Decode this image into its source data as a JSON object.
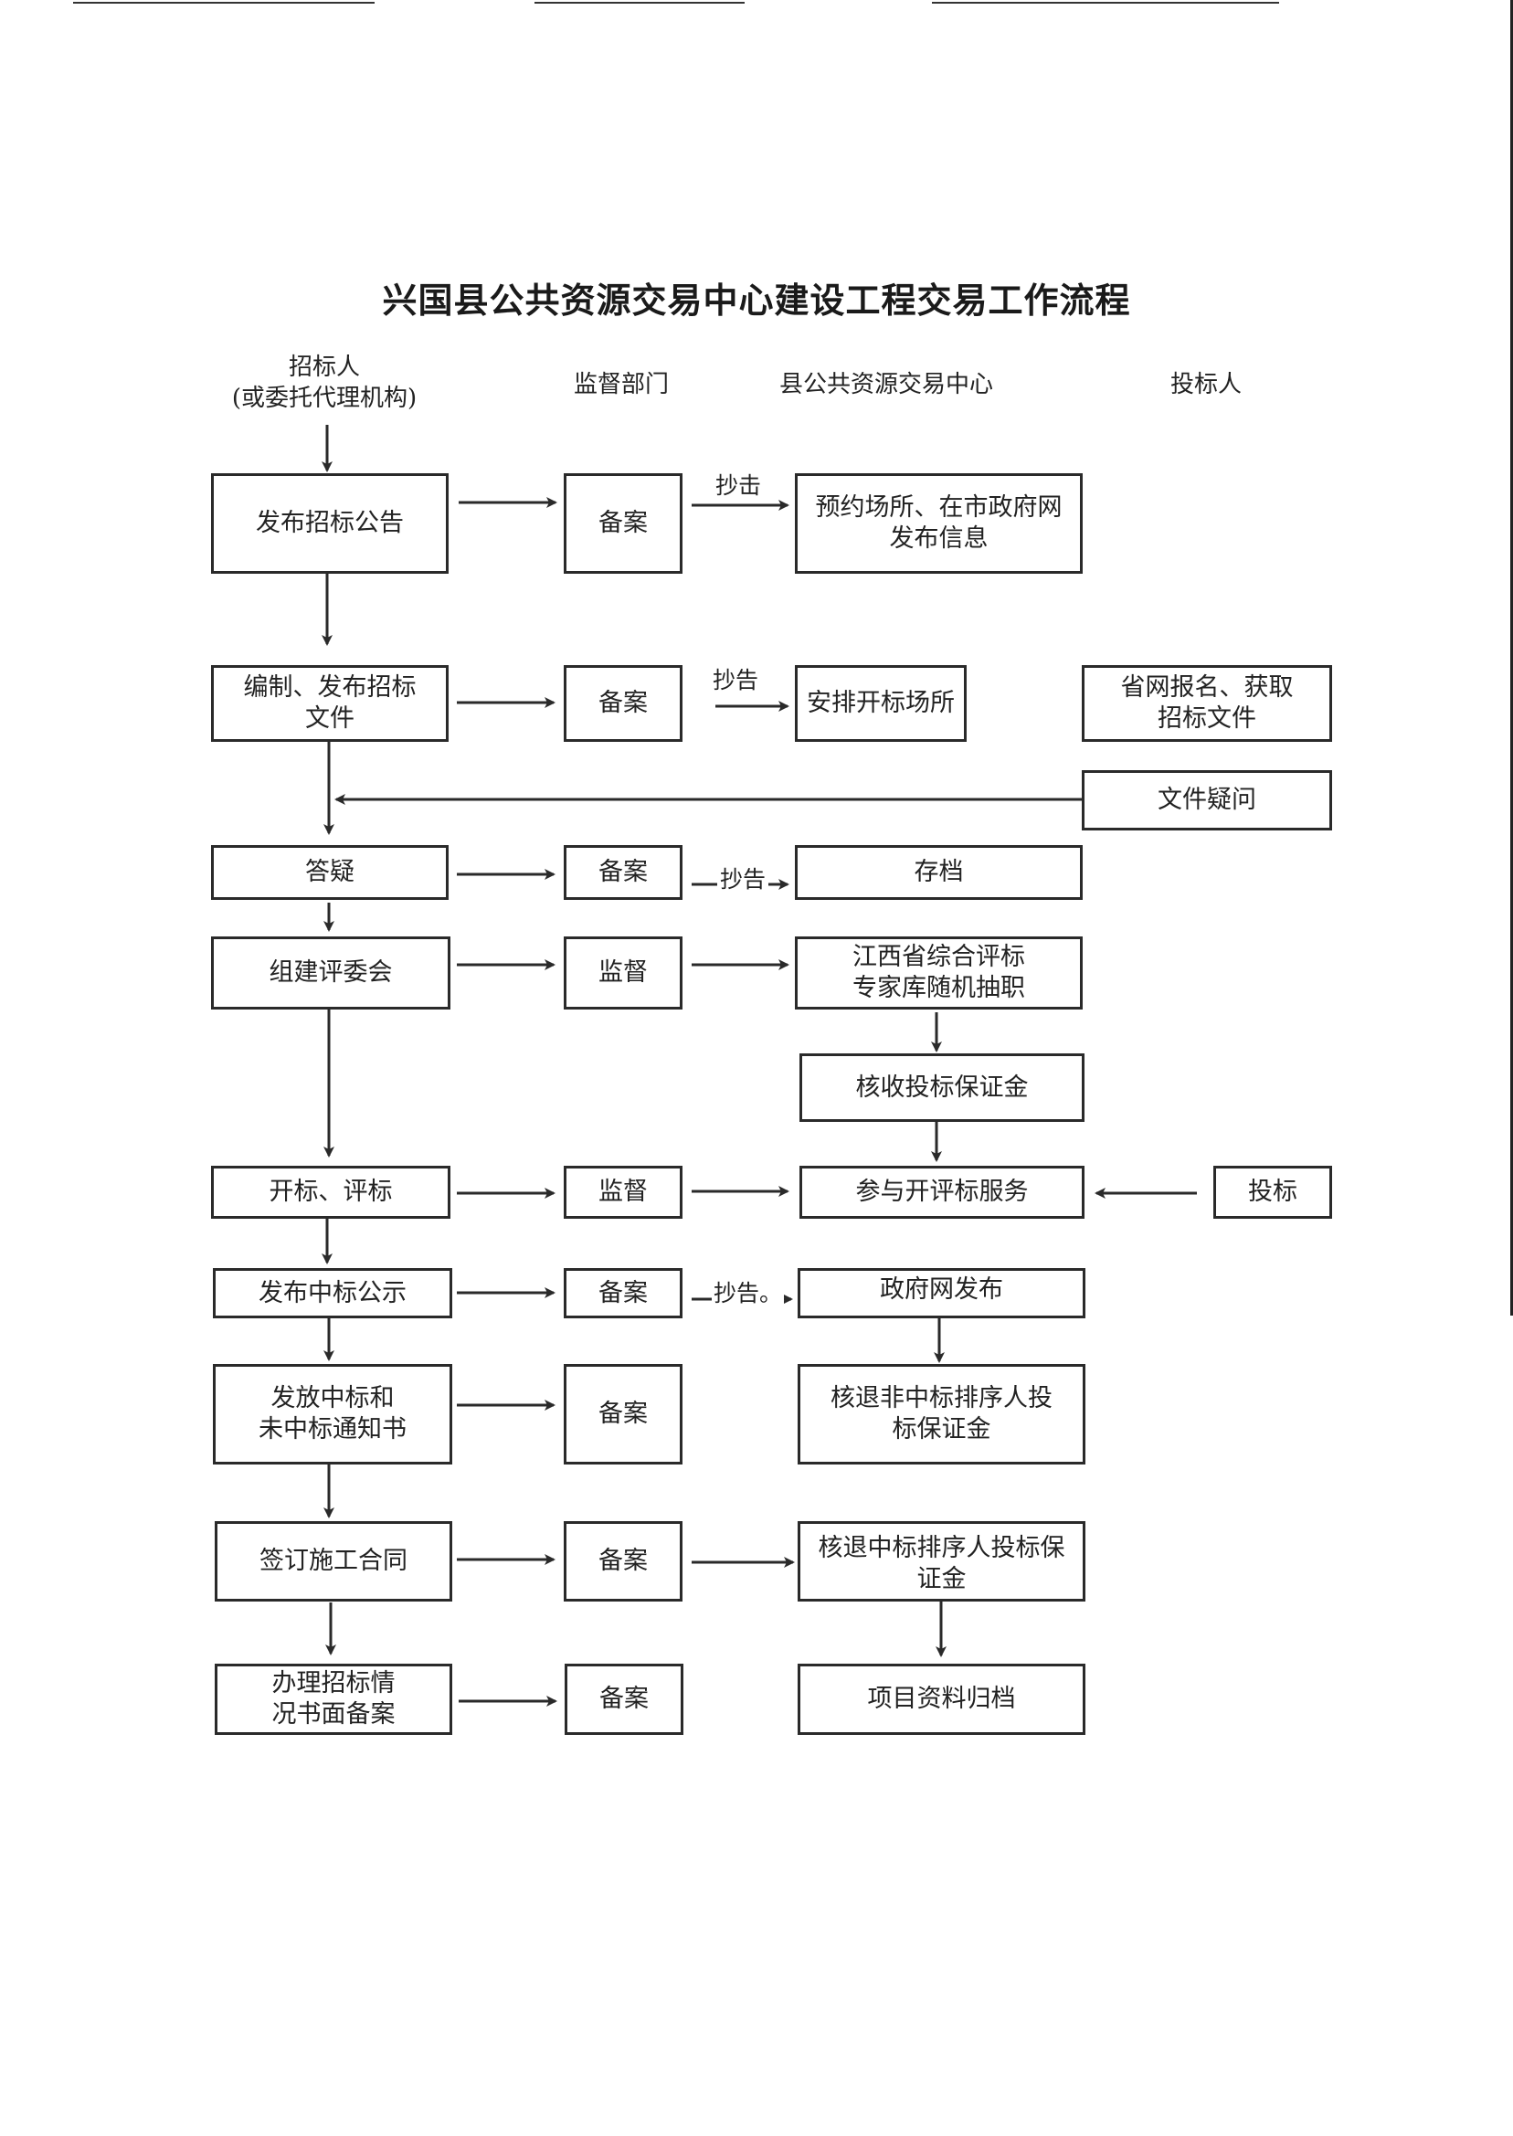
{
  "title": "兴国县公共资源交易中心建设工程交易工作流程",
  "columns": {
    "tenderer": "招标人\n(或委托代理机构)",
    "supervisor": "监督部门",
    "center": "县公共资源交易中心",
    "bidder": "投标人"
  },
  "steps": {
    "publish_notice": "发布招标公告",
    "prepare_docs": "编制、发布招标\n文件",
    "answer": "答疑",
    "form_committee": "组建评委会",
    "open_evaluate": "开标、评标",
    "publish_winner": "发布中标公示",
    "issue_notices": "发放中标和\n未中标通知书",
    "sign_contract": "签订施工合同",
    "file_report": "办理招标情\n况书面备案"
  },
  "supervision": {
    "r1": "备案",
    "r2": "备案",
    "r3": "备案",
    "r4": "监督",
    "r5": "监督",
    "r6": "备案",
    "r7": "备案",
    "r8": "备案",
    "r9": "备案"
  },
  "center": {
    "r1": "预约场所、在市政府网\n发布信息",
    "r2": "安排开标场所",
    "r3": "存档",
    "r4": "江西省综合评标\n专家库随机抽职",
    "r4b": "核收投标保证金",
    "r5": "参与开评标服务",
    "r6": "政府网发布",
    "r7": "核退非中标排序人投\n标保证金",
    "r8": "核退中标排序人投标保\n证金",
    "r9": "项目资料归档"
  },
  "bidder": {
    "register": "省网报名、获取\n招标文件",
    "question": "文件疑问",
    "bid": "投标"
  },
  "copy_labels": {
    "r1": "抄击",
    "r2": "抄告",
    "r3": "抄告",
    "r6": "抄告。"
  }
}
